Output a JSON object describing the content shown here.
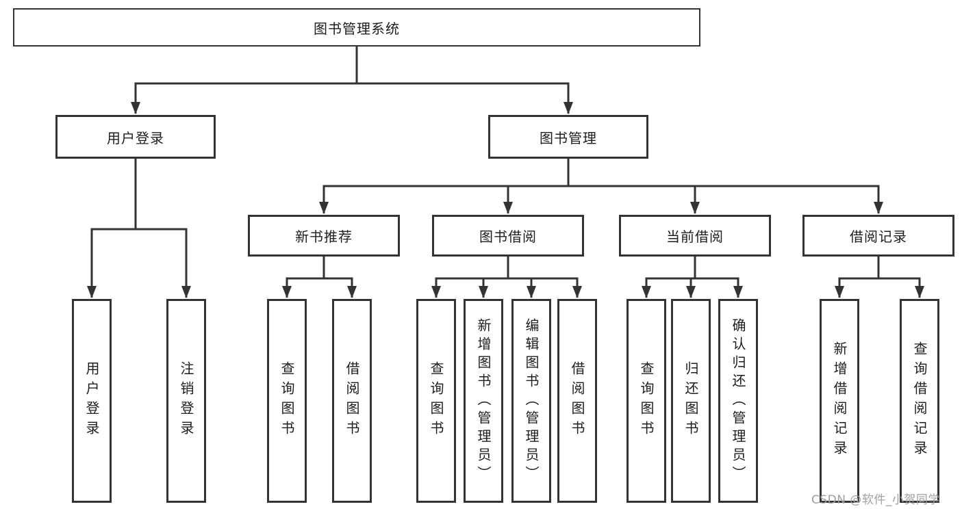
{
  "diagram_title": "图书管理系统",
  "nodes": {
    "root": {
      "label": "图书管理系统"
    },
    "l2": [
      {
        "label": "用户登录"
      },
      {
        "label": "图书管理"
      }
    ],
    "l3": [
      {
        "label": "新书推荐"
      },
      {
        "label": "图书借阅"
      },
      {
        "label": "当前借阅"
      },
      {
        "label": "借阅记录"
      }
    ],
    "leaves": [
      {
        "label": "用户登录",
        "parent": "用户登录"
      },
      {
        "label": "注销登录",
        "parent": "用户登录"
      },
      {
        "label": "查询图书",
        "parent": "新书推荐"
      },
      {
        "label": "借阅图书",
        "parent": "新书推荐"
      },
      {
        "label": "查询图书",
        "parent": "图书借阅"
      },
      {
        "label": "新增图书（管理员）",
        "parent": "图书借阅"
      },
      {
        "label": "编辑图书（管理员）",
        "parent": "图书借阅"
      },
      {
        "label": "借阅图书",
        "parent": "图书借阅"
      },
      {
        "label": "查询图书",
        "parent": "当前借阅"
      },
      {
        "label": "归还图书",
        "parent": "当前借阅"
      },
      {
        "label": "确认归还（管理员）",
        "parent": "当前借阅"
      },
      {
        "label": "新增借阅记录",
        "parent": "借阅记录"
      },
      {
        "label": "查询借阅记录",
        "parent": "借阅记录"
      }
    ]
  },
  "watermark": {
    "text": "CSDN @软件_小贺同学"
  },
  "colors": {
    "line": "#333333",
    "box_border": "#333333",
    "text": "#1d1d1d",
    "watermark": "#9f9f9f",
    "background": "#ffffff"
  }
}
